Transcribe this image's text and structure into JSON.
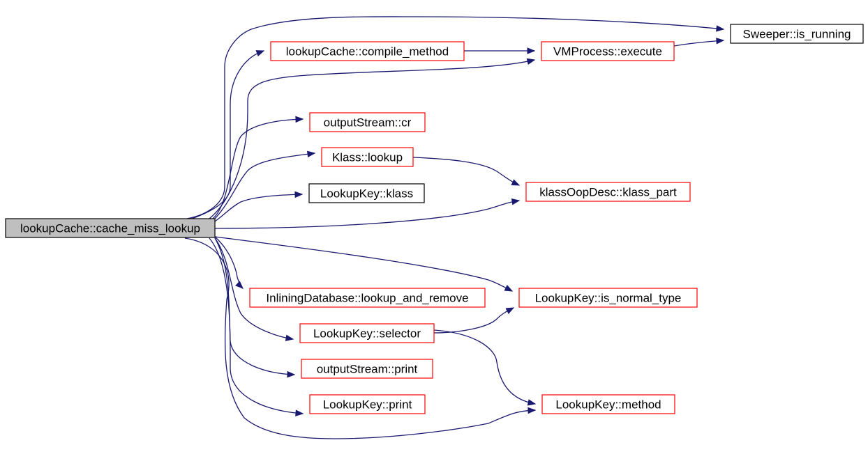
{
  "graph": {
    "colors": {
      "edge": "#191970",
      "root_fill": "#bfbfbf",
      "root_border": "#000000",
      "external_border": "#000000",
      "documented_border": "#ff0000",
      "node_fill": "#ffffff"
    },
    "nodes": [
      {
        "id": "root",
        "label": "lookupCache::cache_miss_lookup",
        "kind": "root"
      },
      {
        "id": "sweeper",
        "label": "Sweeper::is_running",
        "kind": "external"
      },
      {
        "id": "compile",
        "label": "lookupCache::compile_method",
        "kind": "documented"
      },
      {
        "id": "vmexec",
        "label": "VMProcess::execute",
        "kind": "documented"
      },
      {
        "id": "cr",
        "label": "outputStream::cr",
        "kind": "documented"
      },
      {
        "id": "klookup",
        "label": "Klass::lookup",
        "kind": "documented"
      },
      {
        "id": "kpart",
        "label": "klassOopDesc::klass_part",
        "kind": "documented"
      },
      {
        "id": "lkklass",
        "label": "LookupKey::klass",
        "kind": "external"
      },
      {
        "id": "inlining",
        "label": "InliningDatabase::lookup_and_remove",
        "kind": "documented"
      },
      {
        "id": "normal",
        "label": "LookupKey::is_normal_type",
        "kind": "documented"
      },
      {
        "id": "selector",
        "label": "LookupKey::selector",
        "kind": "documented"
      },
      {
        "id": "osprint",
        "label": "outputStream::print",
        "kind": "documented"
      },
      {
        "id": "lkprint",
        "label": "LookupKey::print",
        "kind": "documented"
      },
      {
        "id": "method",
        "label": "LookupKey::method",
        "kind": "documented"
      }
    ],
    "edges": [
      {
        "from": "root",
        "to": "sweeper"
      },
      {
        "from": "root",
        "to": "compile"
      },
      {
        "from": "root",
        "to": "vmexec"
      },
      {
        "from": "root",
        "to": "cr"
      },
      {
        "from": "root",
        "to": "klookup"
      },
      {
        "from": "root",
        "to": "lkklass"
      },
      {
        "from": "root",
        "to": "kpart"
      },
      {
        "from": "root",
        "to": "normal"
      },
      {
        "from": "root",
        "to": "inlining"
      },
      {
        "from": "root",
        "to": "selector"
      },
      {
        "from": "root",
        "to": "osprint"
      },
      {
        "from": "root",
        "to": "lkprint"
      },
      {
        "from": "root",
        "to": "method"
      },
      {
        "from": "compile",
        "to": "vmexec"
      },
      {
        "from": "vmexec",
        "to": "sweeper"
      },
      {
        "from": "klookup",
        "to": "kpart"
      },
      {
        "from": "selector",
        "to": "normal"
      },
      {
        "from": "selector",
        "to": "method"
      }
    ]
  }
}
